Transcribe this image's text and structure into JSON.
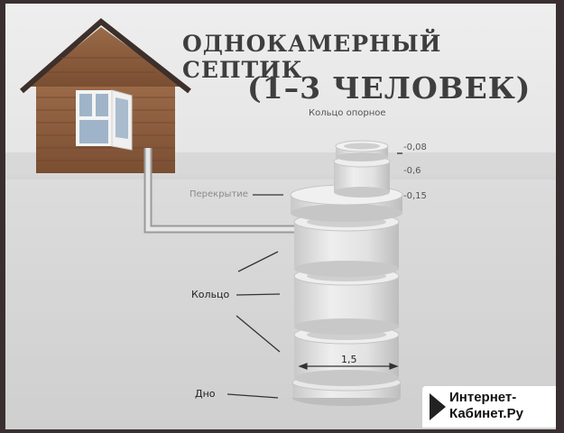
{
  "title": {
    "line1": "ОДНОКАМЕРНЫЙ СЕПТИК",
    "line2": "(1–3 ЧЕЛОВЕК)"
  },
  "labels": {
    "support_ring": "Кольцо опорное",
    "slab": "Перекрытие",
    "ring": "Кольцо",
    "bottom": "Дно",
    "diameter": "1,5"
  },
  "levels": [
    "-0,08",
    "-0,6",
    "-0,15"
  ],
  "watermark": {
    "line1": "Интернет-",
    "line2": "Кабинет.Ру"
  },
  "colors": {
    "frame": "#3a2f30",
    "poster": "#e6e6e6",
    "wood": "#8a5a3a",
    "roof": "#4a3a34",
    "concrete": "#dcdcdc",
    "text": "#3e3e3e"
  }
}
